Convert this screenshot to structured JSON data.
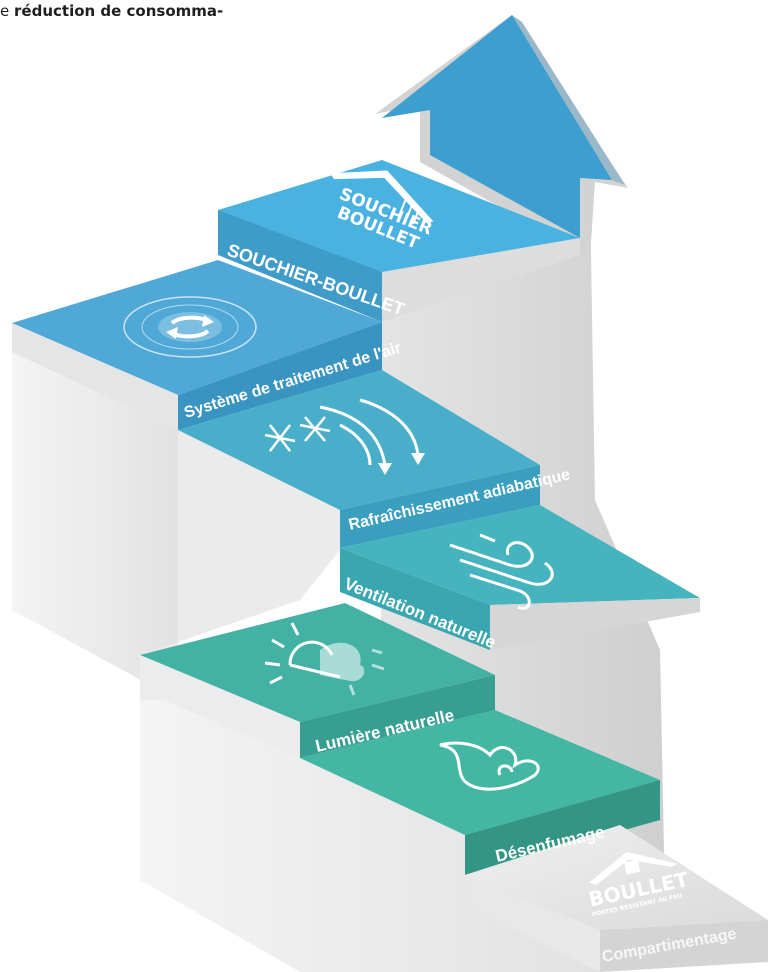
{
  "intro": {
    "prefix": "e",
    "bold": "réduction de consomma-"
  },
  "steps": [
    {
      "label": "Compartimentage",
      "icon": "boullet-logo-icon"
    },
    {
      "label": "Désenfumage",
      "icon": "flame-icon"
    },
    {
      "label": "Lumière naturelle",
      "icon": "sun-cloud-icon"
    },
    {
      "label": "Ventilation naturelle",
      "icon": "wind-icon"
    },
    {
      "label": "Rafraîchissement adiabatique",
      "icon": "snow-airflow-icon"
    },
    {
      "label": "Système de traitement de l'air",
      "icon": "air-cycle-icon"
    },
    {
      "label": "SOUCHIER-BOULLET",
      "icon": "souchier-boullet-logo-icon"
    }
  ],
  "logos": {
    "souchier_line1": "SOUCHIER",
    "souchier_line2": "BOULLET",
    "boullet": "BOULLET",
    "boullet_tagline": "PORTES RESISTANT AU FEU"
  },
  "colors": {
    "step1": "#d9d9d9",
    "step2": "#3a9e8e",
    "step3": "#3da89a",
    "step4": "#3aa7b0",
    "step5": "#3a9fbe",
    "step6": "#3f9cc8",
    "step7": "#4aa8d8",
    "arrow": "#3d9ed0",
    "wall": "#eeeeee"
  }
}
